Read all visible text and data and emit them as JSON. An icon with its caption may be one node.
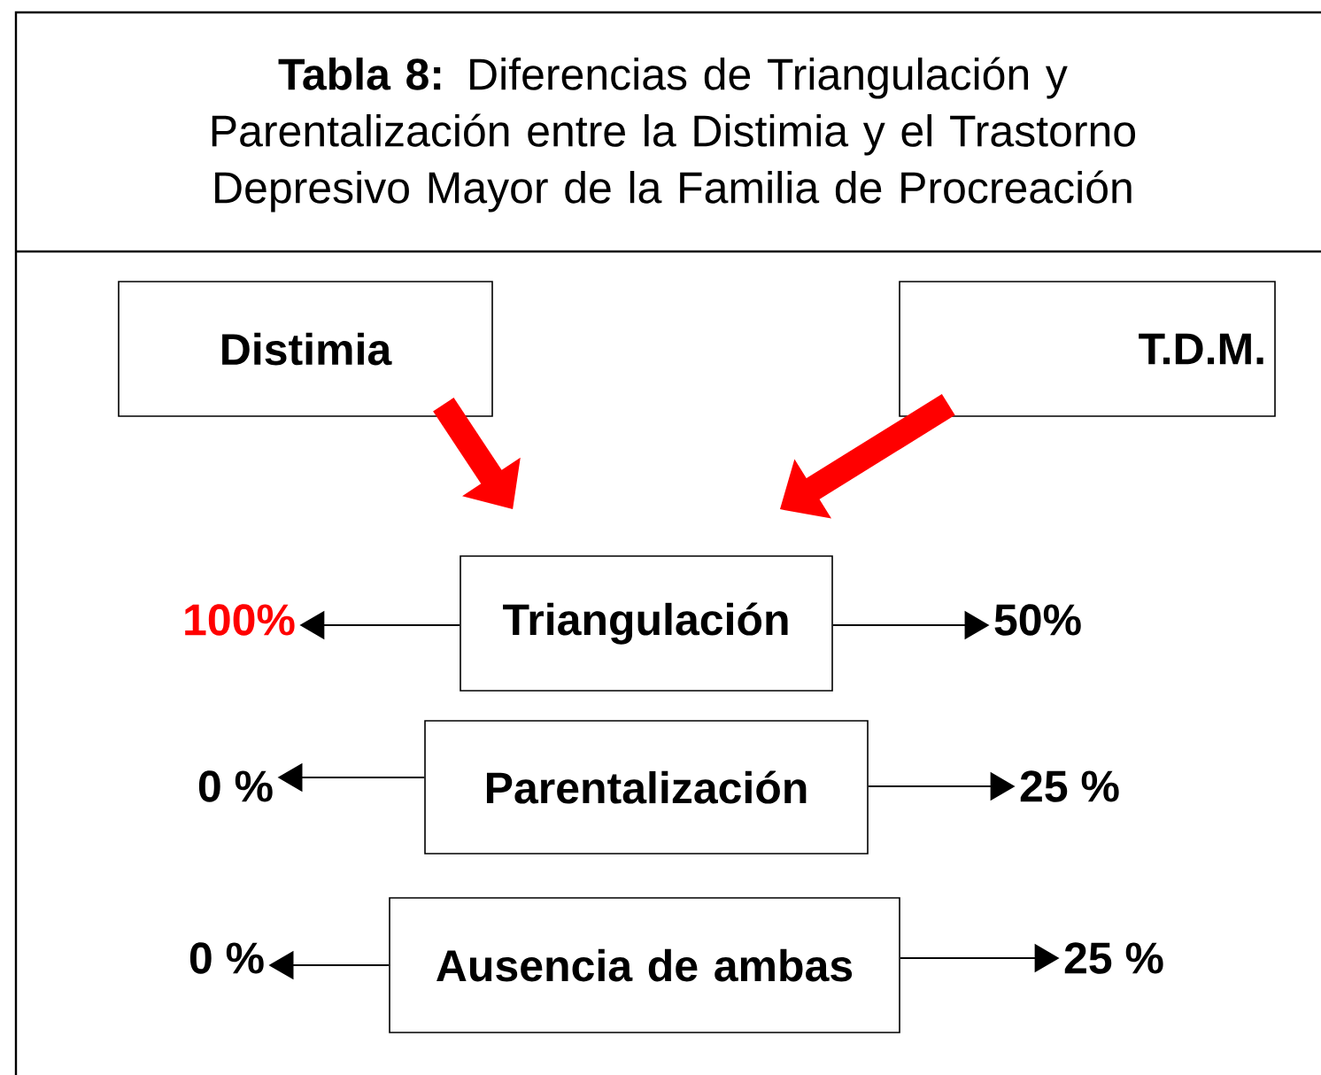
{
  "diagram": {
    "title": "**Tabla 8:**  Diferencias de Triangulación y Parentalización entre la Distimia y el Trastorno Depresivo Mayor de la Familia de Procreación",
    "nodes": [
      {
        "text": [
          "Distimia"
        ]
      },
      {
        "text": [
          "T.D.M."
        ]
      },
      {
        "text": [
          "Triangulación"
        ]
      },
      {
        "text": [
          "Parentalización"
        ]
      },
      {
        "text": [
          "Ausencia de ambas"
        ]
      },
      {
        "text": [
          "100%"
        ]
      },
      {
        "text": [
          "50%"
        ]
      },
      {
        "text": [
          "0 %"
        ]
      },
      {
        "text": [
          "25 %"
        ]
      },
      {
        "text": [
          "0 %"
        ]
      },
      {
        "text": [
          "25 %"
        ]
      }
    ],
    "edges": [
      {
        "from": 0,
        "to": 2,
        "arrow": "to",
        "style": "thick",
        "color": "#ff0000"
      },
      {
        "from": 1,
        "to": 2,
        "arrow": "to",
        "style": "thick",
        "color": "#ff0000"
      },
      {
        "from": 2,
        "to": 5,
        "arrow": "to"
      },
      {
        "from": 2,
        "to": 6,
        "arrow": "to"
      },
      {
        "from": 3,
        "to": 7,
        "arrow": "to"
      },
      {
        "from": 3,
        "to": 8,
        "arrow": "to"
      },
      {
        "from": 4,
        "to": 9,
        "arrow": "to"
      },
      {
        "from": 4,
        "to": 10,
        "arrow": "to"
      }
    ]
  }
}
